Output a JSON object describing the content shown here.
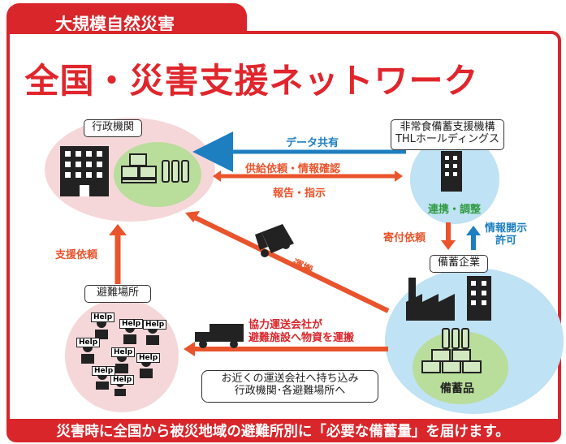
{
  "header": {
    "tag": "大規模自然災害",
    "title": "全国・災害支援ネットワーク"
  },
  "nodes": {
    "government": "行政機関",
    "thl_line1": "非常食備蓄支援機構",
    "thl_line2": "THLホールディングス",
    "shelter": "避難場所",
    "corporation": "備蓄企業",
    "stockpile": "備蓄品"
  },
  "flows": {
    "data_share": "データ共有",
    "supply_request": "供給依頼・情報確認",
    "report_instruct": "報告・指示",
    "cooperation": "連携・調整",
    "donation_request": "寄付依頼",
    "info_disclosure_line1": "情報開示",
    "info_disclosure_line2": "許可",
    "support_request": "支援依頼",
    "transport": "運搬",
    "carrier_line1": "協力運送会社が",
    "carrier_line2": "避難施設へ物資を運搬",
    "local_line1": "お近くの運送会社へ持ち込み",
    "local_line2": "行政機関･各避難場所へ"
  },
  "help_signs": [
    "Help",
    "Help",
    "Help",
    "Help",
    "Help",
    "Help",
    "Help",
    "Help"
  ],
  "footer": "災害時に全国から被災地域の避難所別に「必要な備蓄量」を届けます。",
  "colors": {
    "red": "#d9262b",
    "blue": "#1d7fc0",
    "orange": "#e9542c",
    "green": "#2f9a3f"
  },
  "icons": [
    "building-icon",
    "boxes-icon",
    "bottles-icon",
    "truck-icon",
    "factory-icon",
    "people-help-icon"
  ]
}
